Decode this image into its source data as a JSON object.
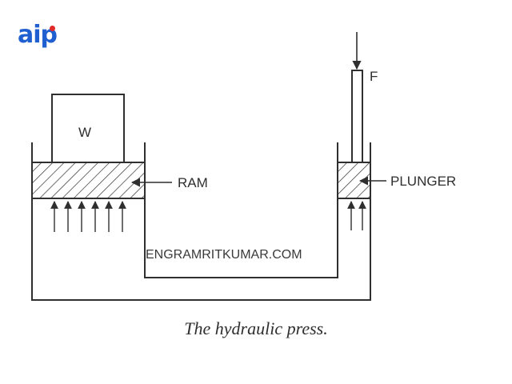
{
  "logo": {
    "text": "aip"
  },
  "labels": {
    "weight": "W",
    "force": "F",
    "ram": "RAM",
    "plunger": "PLUNGER",
    "watermark": "ENGRAMRITKUMAR.COM"
  },
  "caption": "The hydraulic press.",
  "colors": {
    "ink": "#2f2f2f",
    "logo_blue": "#1f5fcf",
    "logo_red": "#e12b2b"
  }
}
